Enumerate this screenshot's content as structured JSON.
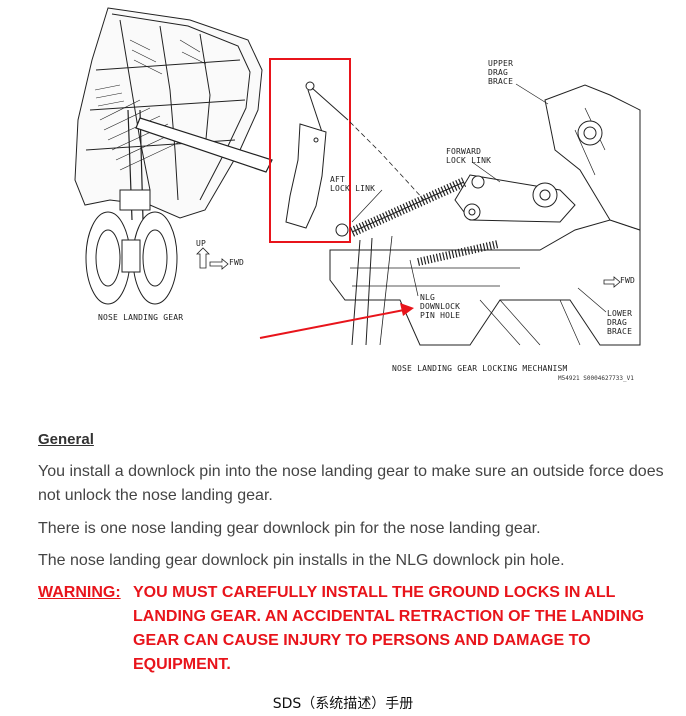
{
  "figure": {
    "labels": {
      "upper_drag_brace": [
        "UPPER",
        "DRAG",
        "BRACE"
      ],
      "forward_lock_link": [
        "FORWARD",
        "LOCK LINK"
      ],
      "aft_lock_link": [
        "AFT",
        "LOCK LINK"
      ],
      "nlg_downlock_pin_hole": [
        "NLG",
        "DOWNLOCK",
        "PIN HOLE"
      ],
      "lower_drag_brace": [
        "LOWER",
        "DRAG",
        "BRACE"
      ],
      "up": "UP",
      "fwd_left": "FWD",
      "fwd_right": "FWD",
      "nose_landing_gear": "NOSE LANDING GEAR",
      "locking_mechanism": "NOSE LANDING GEAR LOCKING MECHANISM",
      "figure_id": "M54921 S0004627733_V1"
    },
    "callout_color": "#e8141b"
  },
  "section": {
    "title": "General",
    "paragraphs": [
      "You install a downlock pin into the nose landing gear to make sure an outside force does not unlock the nose landing gear.",
      "There is one nose landing gear downlock pin for the nose landing gear.",
      "The nose landing gear downlock pin installs in the NLG downlock pin hole."
    ]
  },
  "warning": {
    "label": "WARNING:",
    "text": "YOU MUST CAREFULLY INSTALL THE GROUND LOCKS IN ALL LANDING GEAR. AN ACCIDENTAL RETRACTION OF THE LANDING GEAR CAN CAUSE INJURY TO PERSONS AND DAMAGE TO EQUIPMENT.",
    "color": "#e8141b"
  },
  "footer": {
    "text": "SDS（系统描述）手册"
  }
}
